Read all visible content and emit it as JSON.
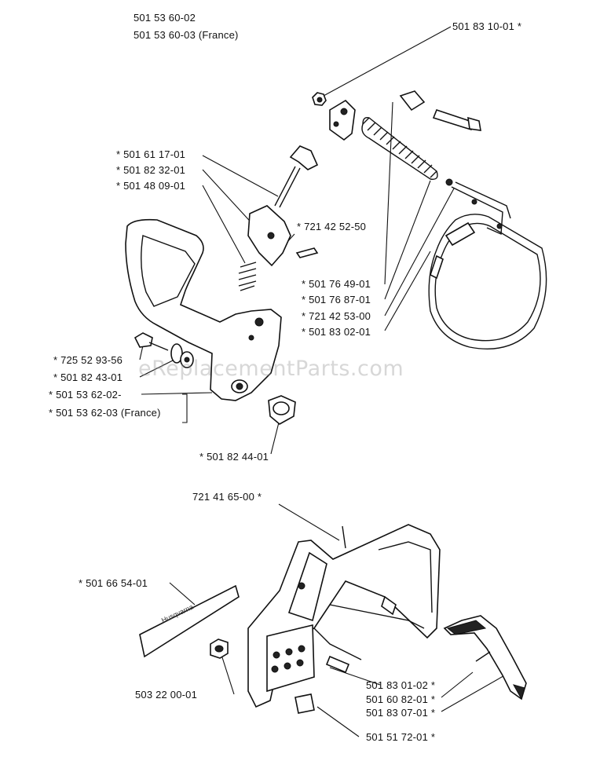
{
  "labels": {
    "l1": "501 53 60-02",
    "l2": "501 53 60-03 (France)",
    "l3": "501 83 10-01  *",
    "l4": "*  501 61 17-01",
    "l5": "*  501 82 32-01",
    "l6": "*  501 48 09-01",
    "l7": "*  721 42 52-50",
    "l8": "*  501 76 49-01",
    "l9": "*  501 76 87-01",
    "l10": "*  721 42 53-00",
    "l11": "*  501 83 02-01",
    "l12": "*  725 52 93-56",
    "l13": "*  501 82 43-01",
    "l14": "*  501 53 62-02-",
    "l15": "*  501 53 62-03 (France)",
    "l16": "*  501 82 44-01",
    "l17": "721 41 65-00  *",
    "l18": "*  501 66 54-01",
    "l19": "503 22 00-01",
    "l20": "501 83 01-02  *",
    "l21": "501 60 82-01  *",
    "l22": "501 83 07-01  *",
    "l23": "501 51 72-01  *"
  },
  "watermark": "eReplacementParts.com",
  "decal_text": "Husqvarna"
}
